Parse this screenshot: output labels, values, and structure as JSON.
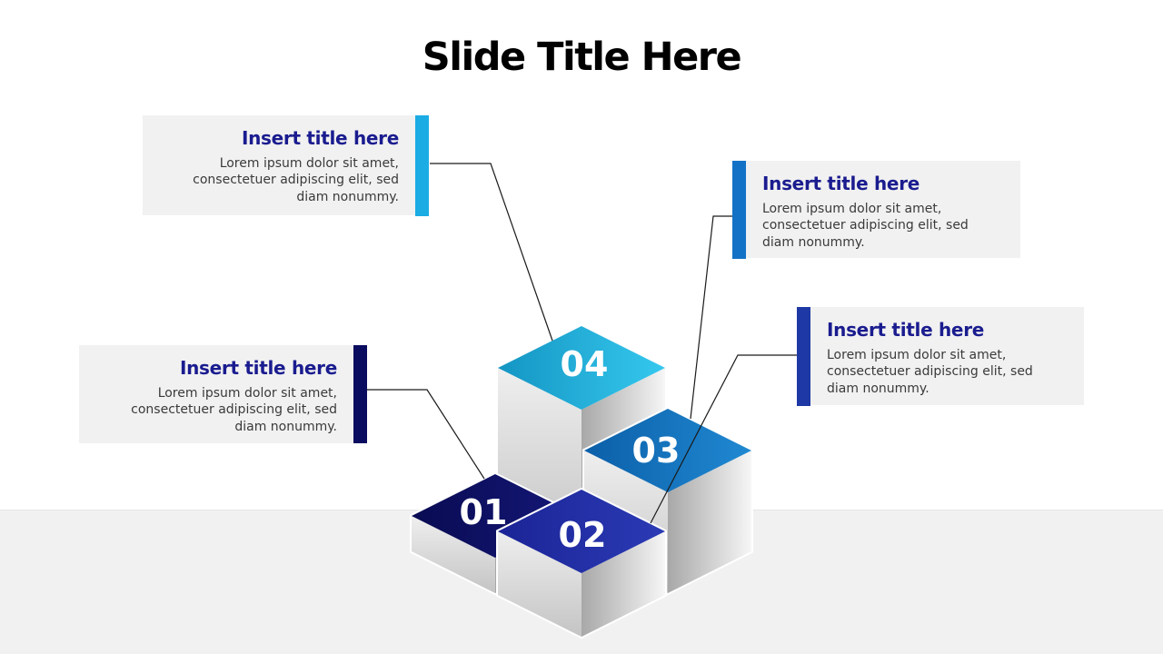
{
  "slide": {
    "title": "Slide Title Here"
  },
  "callouts": [
    {
      "position": "top-left",
      "title": "Insert title here",
      "body": "Lorem ipsum dolor sit amet, consectetuer adipiscing elit, sed diam nonummy.",
      "accent_color": "#1BACE4",
      "text_align": "right",
      "connects_to_step": "04"
    },
    {
      "position": "top-right",
      "title": "Insert title here",
      "body": "Lorem ipsum dolor sit amet, consectetuer adipiscing elit, sed diam nonummy.",
      "accent_color": "#1472C6",
      "text_align": "left",
      "connects_to_step": "03"
    },
    {
      "position": "middle-right",
      "title": "Insert title here",
      "body": "Lorem ipsum dolor sit amet, consectetuer adipiscing elit, sed diam nonummy.",
      "accent_color": "#1E39A5",
      "text_align": "left",
      "connects_to_step": "02"
    },
    {
      "position": "bottom-left",
      "title": "Insert title here",
      "body": "Lorem ipsum dolor sit amet, consectetuer adipiscing elit, sed diam nonummy.",
      "accent_color": "#0A0C60",
      "text_align": "right",
      "connects_to_step": "01"
    }
  ],
  "steps": [
    {
      "label": "01",
      "top_color": "#0D1060"
    },
    {
      "label": "02",
      "top_color": "#222DA3"
    },
    {
      "label": "03",
      "top_color": "#1474BE"
    },
    {
      "label": "04",
      "top_color": "#23AEDC"
    }
  ],
  "colors": {
    "page_background": "#FFFFFF",
    "footer_band": "#F1F1F2",
    "title_text": "#000000",
    "callout_bg": "#F1F1F1",
    "callout_title": "#1A1C8F",
    "callout_body": "#3A3A3A",
    "connector": "#1A1A1A",
    "step1_top_dark": "#090B52",
    "step1_top_light": "#151878",
    "step2_top_dark": "#1B2496",
    "step2_top_light": "#2B3BB5",
    "step3_top_dark": "#0B5FA8",
    "step3_top_light": "#2089D2",
    "step4_top_dark": "#1495C3",
    "step4_top_light": "#35C8EE",
    "side_left_top": "#EFEFEF",
    "side_left_bottom": "#C4C4C4",
    "side_right_near": "#A8A8A8",
    "side_right_far": "#F6F6F6",
    "step_number_text": "#FFFFFF"
  }
}
